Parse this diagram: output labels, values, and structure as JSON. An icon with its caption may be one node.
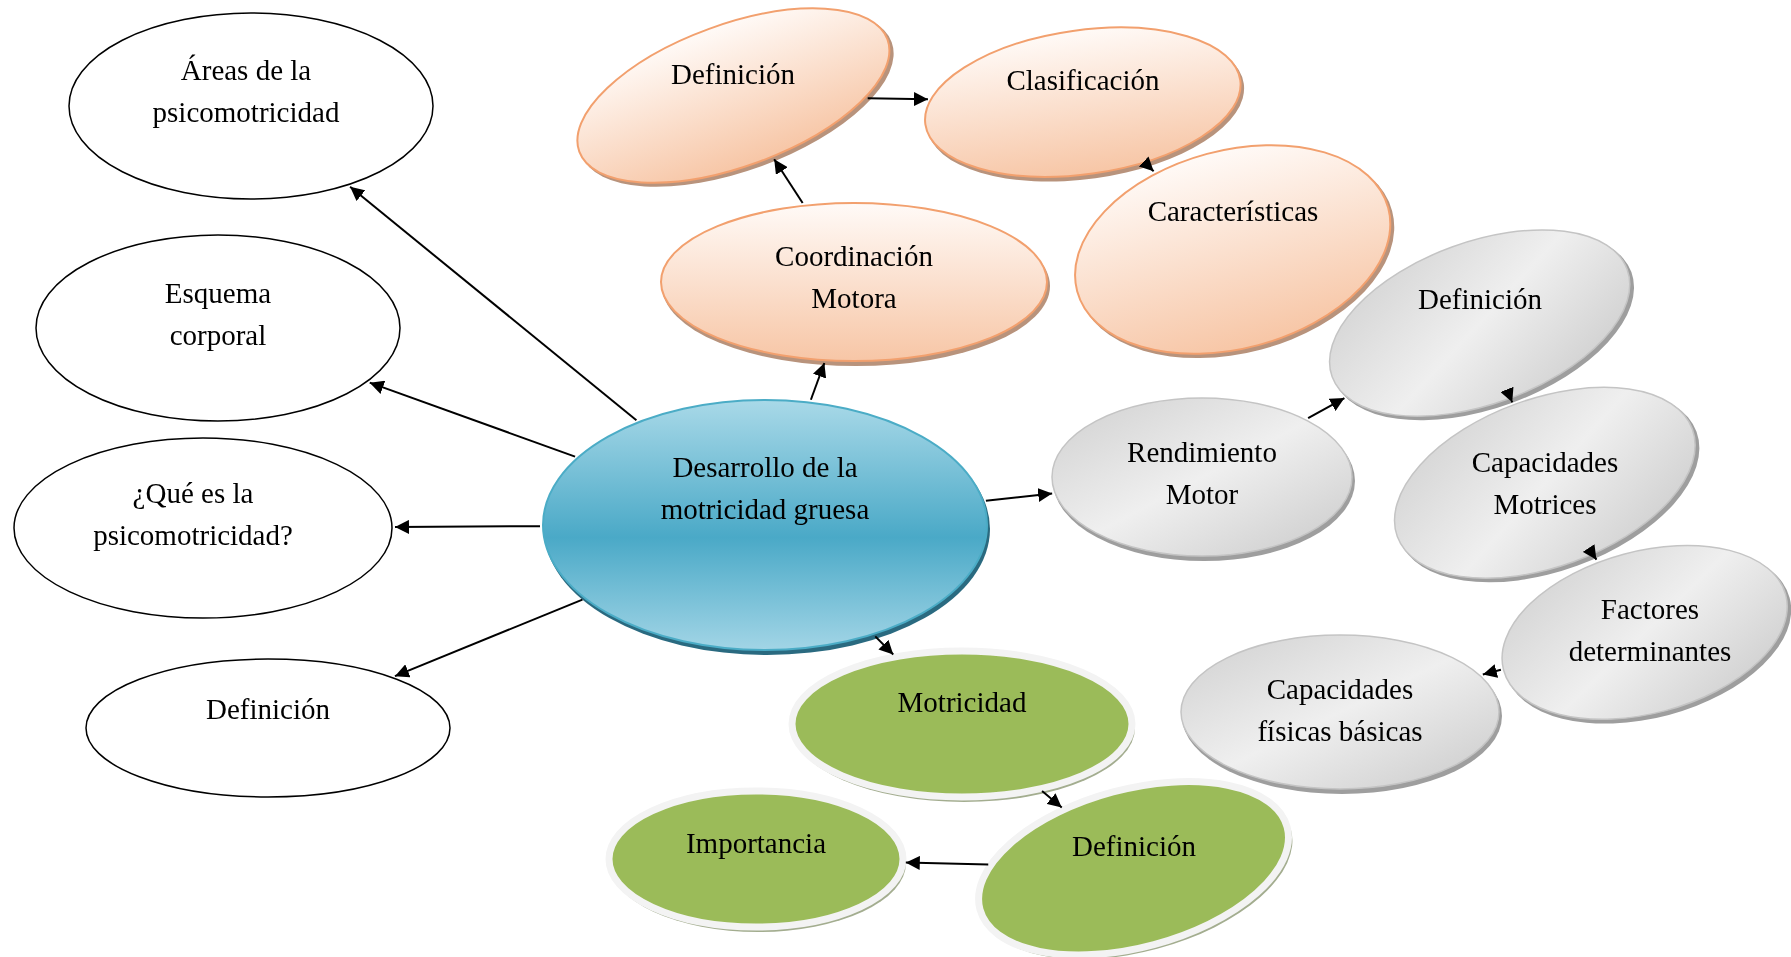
{
  "diagram": {
    "nodes": [
      {
        "text": [
          "Desarrollo de la motricidad gruesa"
        ]
      },
      {
        "text": [
          "Áreas de la psicomotricidad"
        ]
      },
      {
        "text": [
          "Esquema corporal"
        ]
      },
      {
        "text": [
          "¿Qué es la psicomotricidad?"
        ]
      },
      {
        "text": [
          "Definición"
        ]
      },
      {
        "text": [
          "Coordinación Motora"
        ]
      },
      {
        "text": [
          "Definición"
        ]
      },
      {
        "text": [
          "Clasificación"
        ]
      },
      {
        "text": [
          "Características"
        ]
      },
      {
        "text": [
          "Rendimiento Motor"
        ]
      },
      {
        "text": [
          "Definición"
        ]
      },
      {
        "text": [
          "Capacidades Motrices"
        ]
      },
      {
        "text": [
          "Factores determinantes"
        ]
      },
      {
        "text": [
          "Capacidades físicas básicas"
        ]
      },
      {
        "text": [
          "Motricidad"
        ]
      },
      {
        "text": [
          "Definición"
        ]
      },
      {
        "text": [
          "Importancia"
        ]
      }
    ],
    "edges": [
      {
        "from": 0,
        "to": 1,
        "arrow": "to"
      },
      {
        "from": 0,
        "to": 2,
        "arrow": "to"
      },
      {
        "from": 0,
        "to": 3,
        "arrow": "to"
      },
      {
        "from": 0,
        "to": 4,
        "arrow": "to"
      },
      {
        "from": 0,
        "to": 5,
        "arrow": "to"
      },
      {
        "from": 5,
        "to": 6,
        "arrow": "to"
      },
      {
        "from": 6,
        "to": 7,
        "arrow": "to"
      },
      {
        "from": 7,
        "to": 8,
        "arrow": "to"
      },
      {
        "from": 0,
        "to": 9,
        "arrow": "to"
      },
      {
        "from": 9,
        "to": 10,
        "arrow": "to"
      },
      {
        "from": 10,
        "to": 11,
        "arrow": "to"
      },
      {
        "from": 11,
        "to": 12,
        "arrow": "to"
      },
      {
        "from": 12,
        "to": 13,
        "arrow": "to"
      },
      {
        "from": 0,
        "to": 14,
        "arrow": "to"
      },
      {
        "from": 14,
        "to": 15,
        "arrow": "to"
      },
      {
        "from": 15,
        "to": 16,
        "arrow": "to"
      }
    ]
  }
}
